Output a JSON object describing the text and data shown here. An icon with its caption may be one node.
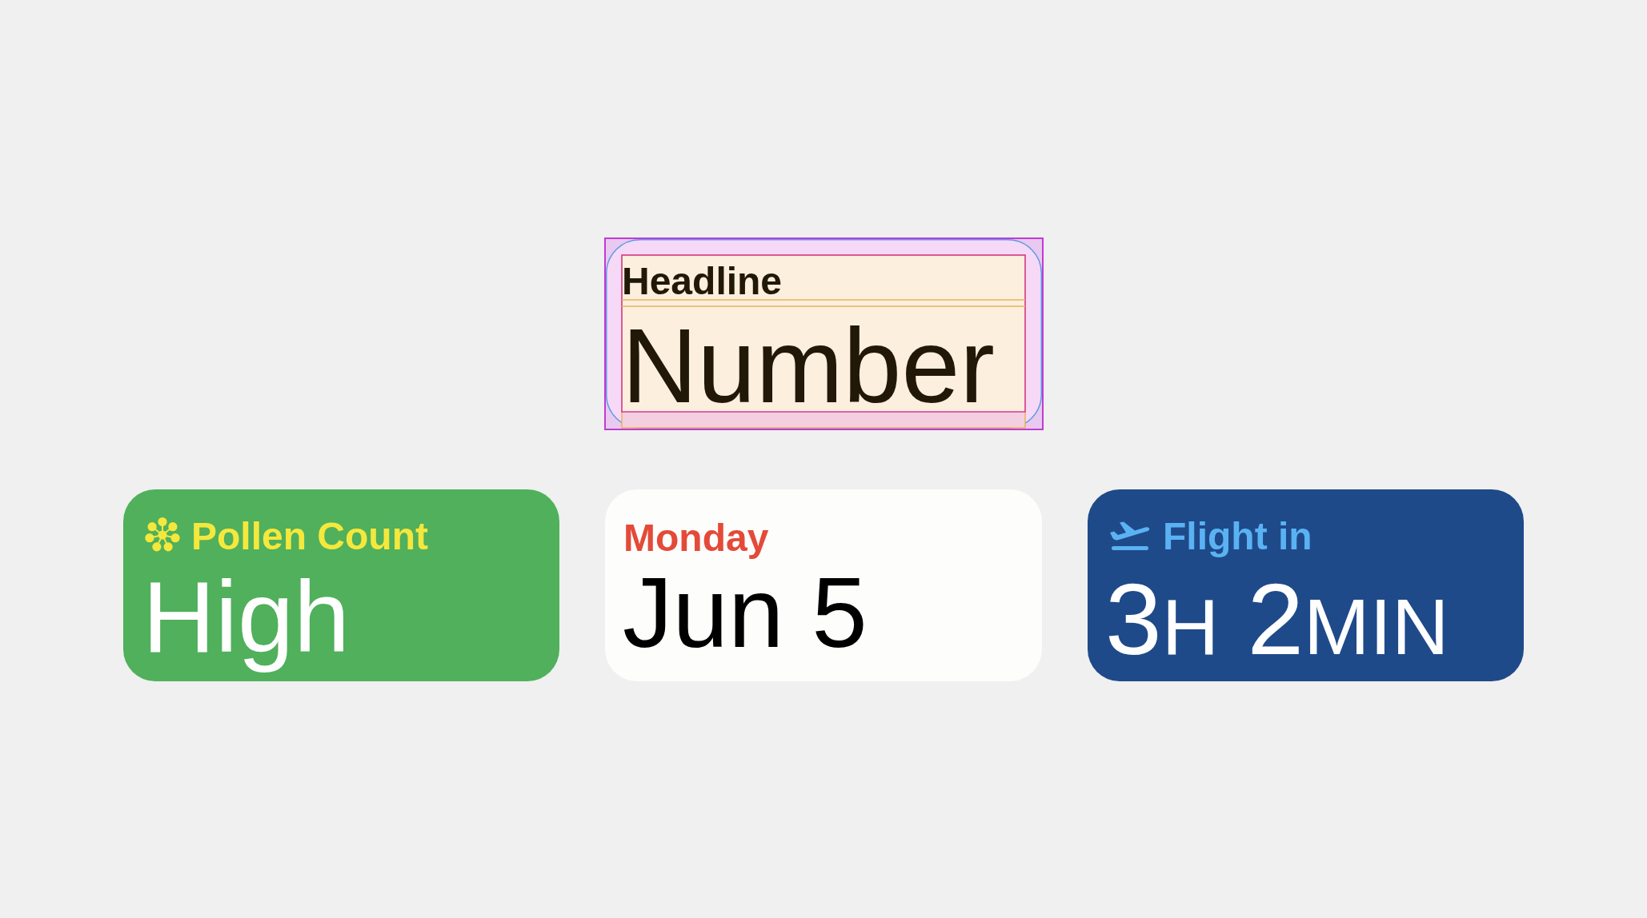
{
  "diagram": {
    "nodes": [
      {
        "text": [
          "Headline",
          "Number"
        ]
      },
      {
        "text": [
          "Pollen Count",
          "High"
        ]
      },
      {
        "text": [
          "Monday",
          "Jun 5"
        ]
      },
      {
        "text": [
          "Flight in",
          "3H 2MIN"
        ]
      }
    ]
  }
}
